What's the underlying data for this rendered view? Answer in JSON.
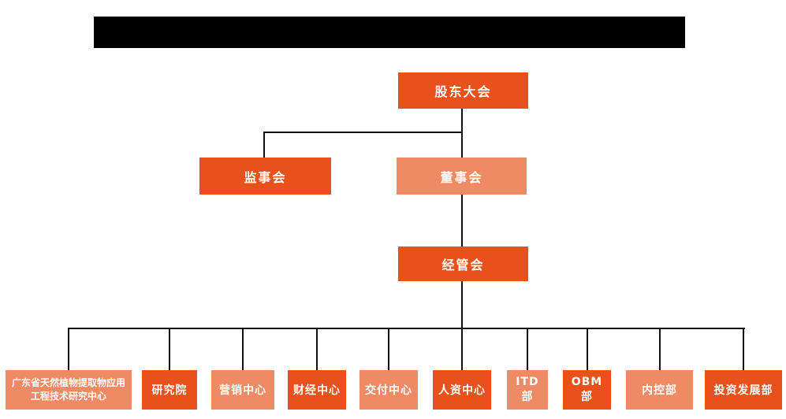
{
  "page": {
    "background_color": "#ffffff",
    "redacted_title_bar": "black-rectangle-redaction"
  },
  "colors": {
    "node_dark_orange": "#E9511C",
    "node_light_orange": "#EE8A64",
    "connector_black": "#111111",
    "node_text": "#ffffff"
  },
  "org_chart": {
    "root": {
      "label": "股东大会",
      "tone": "dark"
    },
    "level2": [
      {
        "label": "监事会",
        "tone": "dark"
      },
      {
        "label": "董事会",
        "tone": "light"
      }
    ],
    "level3": {
      "label": "经管会",
      "tone": "dark"
    },
    "departments": [
      {
        "label": "广东省天然植物提取物应用工程技术研究中心",
        "tone": "light"
      },
      {
        "label": "研究院",
        "tone": "dark"
      },
      {
        "label": "营销中心",
        "tone": "light"
      },
      {
        "label": "财经中心",
        "tone": "dark"
      },
      {
        "label": "交付中心",
        "tone": "light"
      },
      {
        "label": "人资中心",
        "tone": "dark"
      },
      {
        "label": "ITD部",
        "tone": "light"
      },
      {
        "label": "OBM部",
        "tone": "dark"
      },
      {
        "label": "内控部",
        "tone": "light"
      },
      {
        "label": "投资发展部",
        "tone": "dark"
      }
    ],
    "hierarchy": "股东大会 > (监事会, 董事会); 董事会 > 经管会; 经管会 > 10 departments"
  }
}
